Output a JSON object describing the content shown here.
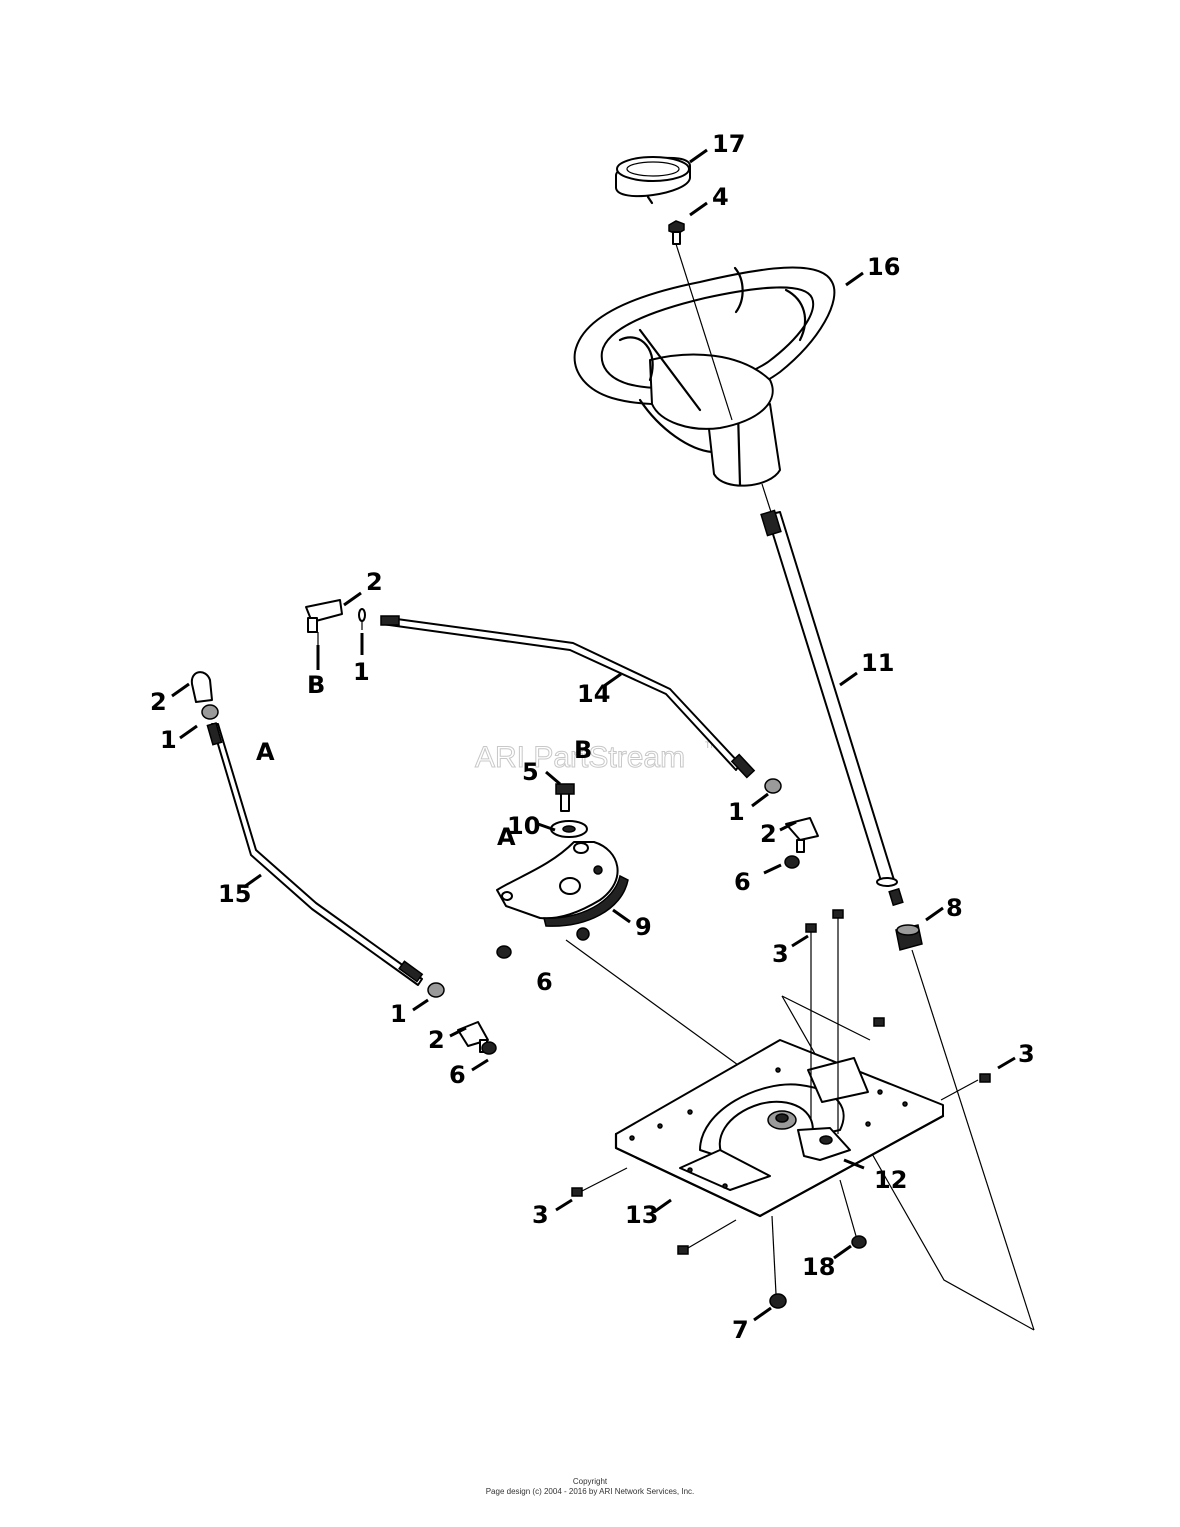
{
  "watermark": {
    "text": "ARI PartStream",
    "trademark": "TM"
  },
  "callouts": {
    "c17": "17",
    "c4": "4",
    "c16": "16",
    "c11": "11",
    "c14": "14",
    "c2a": "2",
    "c1a": "1",
    "cBa": "B",
    "c2b": "2",
    "c1b": "1",
    "cAa": "A",
    "c15": "15",
    "c5": "5",
    "cBb": "B",
    "c10": "10",
    "cAb": "A",
    "c9": "9",
    "c6a": "6",
    "c1c": "1",
    "c2c": "2",
    "c6b": "6",
    "c1d": "1",
    "c2d": "2",
    "c6c": "6",
    "c8": "8",
    "c3a": "3",
    "c3b": "3",
    "c3c": "3",
    "c12": "12",
    "c13": "13",
    "c18": "18",
    "c7": "7"
  },
  "footer": {
    "line1": "Copyright",
    "line2": "Page design (c) 2004 - 2016 by ARI Network Services, Inc."
  }
}
